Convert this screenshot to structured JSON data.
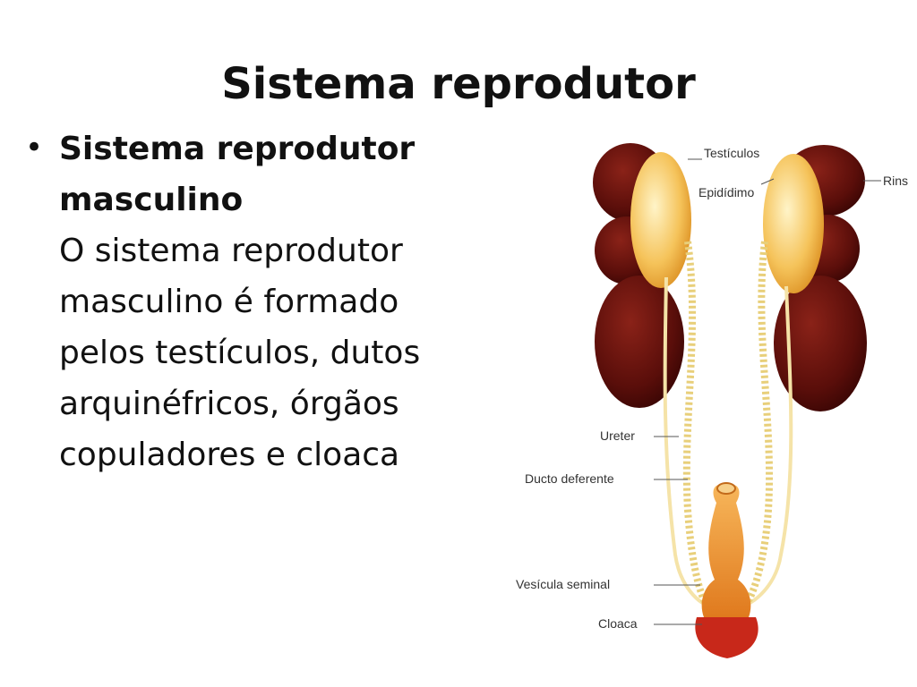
{
  "slide": {
    "title": "Sistema reprodutor",
    "bullet": "•",
    "heading_lines": [
      "Sistema reprodutor",
      "masculino"
    ],
    "body_lines": [
      "O sistema reprodutor",
      "masculino é formado",
      "pelos testículos, dutos",
      "arquinéfricos, órgãos",
      "copuladores e cloaca"
    ]
  },
  "diagram": {
    "labels": {
      "testiculos": "Testículos",
      "epididimo": "Epidídimo",
      "rins": "Rins",
      "ureter": "Ureter",
      "ducto_deferente": "Ducto deferente",
      "vesicula_seminal": "Vesícula seminal",
      "cloaca": "Cloaca"
    },
    "colors": {
      "kidney": "#5a0e0a",
      "testis": "#f5c35a",
      "duct": "#f0d98a",
      "cloaca": "#e07a1e",
      "cloaca_inner": "#c8281a"
    }
  }
}
